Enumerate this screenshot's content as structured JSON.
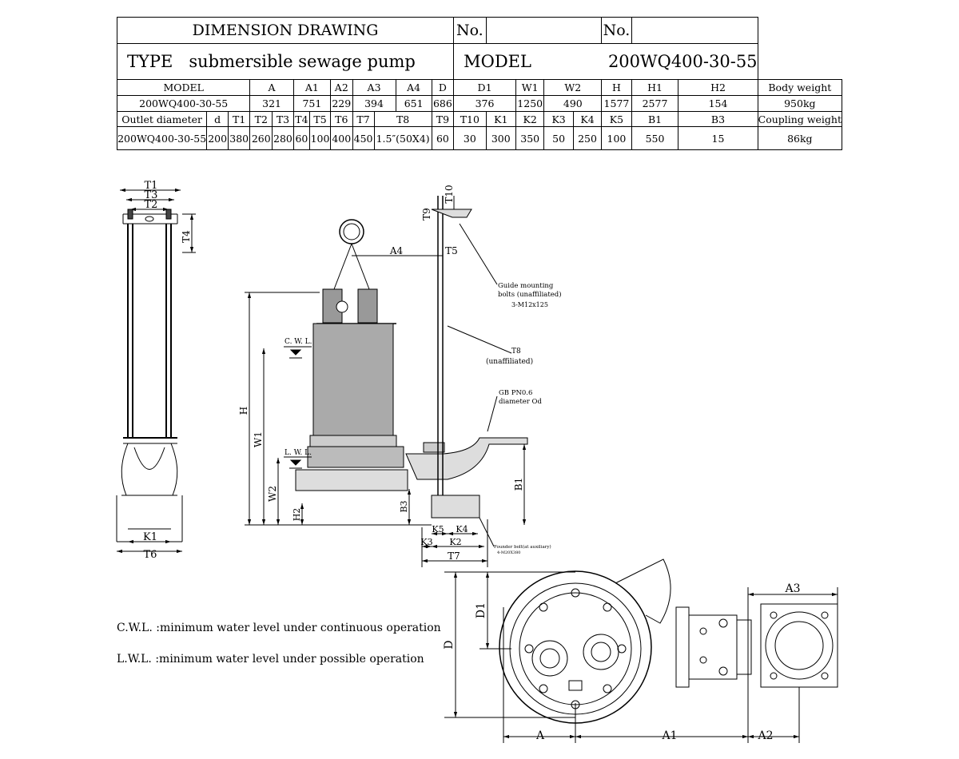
{
  "header": {
    "drawing_title": "DIMENSION DRAWING",
    "no_label_1": "No.",
    "no_value_1": "",
    "no_label_2": "No.",
    "no_value_2": "",
    "type_label": "TYPE",
    "type_value": "submersible sewage pump",
    "model_label": "MODEL",
    "model_value": "200WQ400-30-55"
  },
  "spec_table_1": {
    "headers": [
      "MODEL",
      "A",
      "A1",
      "A2",
      "A3",
      "A4",
      "D",
      "D1",
      "W1",
      "W2",
      "H",
      "H1",
      "H2",
      "Body weight"
    ],
    "values": [
      "200WQ400-30-55",
      "321",
      "751",
      "229",
      "394",
      "651",
      "686",
      "376",
      "1250",
      "490",
      "1577",
      "2577",
      "154",
      "950kg"
    ]
  },
  "spec_table_2": {
    "headers": [
      "Outlet diameter",
      "d",
      "T1",
      "T2",
      "T3",
      "T4",
      "T5",
      "T6",
      "T7",
      "T8",
      "T9",
      "T10",
      "K1",
      "K2",
      "K3",
      "K4",
      "K5",
      "B1",
      "B3",
      "Coupling weight"
    ],
    "values": [
      "200WQ400-30-55",
      "200",
      "380",
      "260",
      "280",
      "60",
      "100",
      "400",
      "450",
      "1.5″(50X4)",
      "60",
      "30",
      "300",
      "350",
      "50",
      "250",
      "100",
      "550",
      "15",
      "86kg"
    ]
  },
  "drawing_labels": {
    "t1": "T1",
    "t3": "T3",
    "t2": "T2",
    "t4": "T4",
    "k1": "K1",
    "t6": "T6",
    "t10": "T10",
    "t9": "T9",
    "a4": "A4",
    "t5": "T5",
    "guide_bolts_1": "Guide mounting",
    "guide_bolts_2": "bolts (unaffiliated)",
    "guide_bolts_3": "3-M12x125",
    "t8": "T8",
    "t8_note": "(unaffiliated)",
    "gb_1": "GB PN0.6",
    "gb_2": "diameter Od",
    "cwl": "C. W. L.",
    "lwl": "L. W. L.",
    "h": "H",
    "w1": "W1",
    "w2": "W2",
    "h2": "H2",
    "b3": "B3",
    "b1": "B1",
    "k5": "K5",
    "k4": "K4",
    "k3": "K3",
    "k2": "K2",
    "t7": "T7",
    "foundation_bolt_1": "Founder bolt(at auxiliary)",
    "foundation_bolt_2": "4-M20X380",
    "d1": "D1",
    "d": "D",
    "a3": "A3",
    "a": "A",
    "a1": "A1",
    "a2": "A2"
  },
  "notes": {
    "cwl_note": "C.W.L. :minimum water level under continuous operation",
    "lwl_note": "L.W.L. :minimum water level under possible operation"
  }
}
